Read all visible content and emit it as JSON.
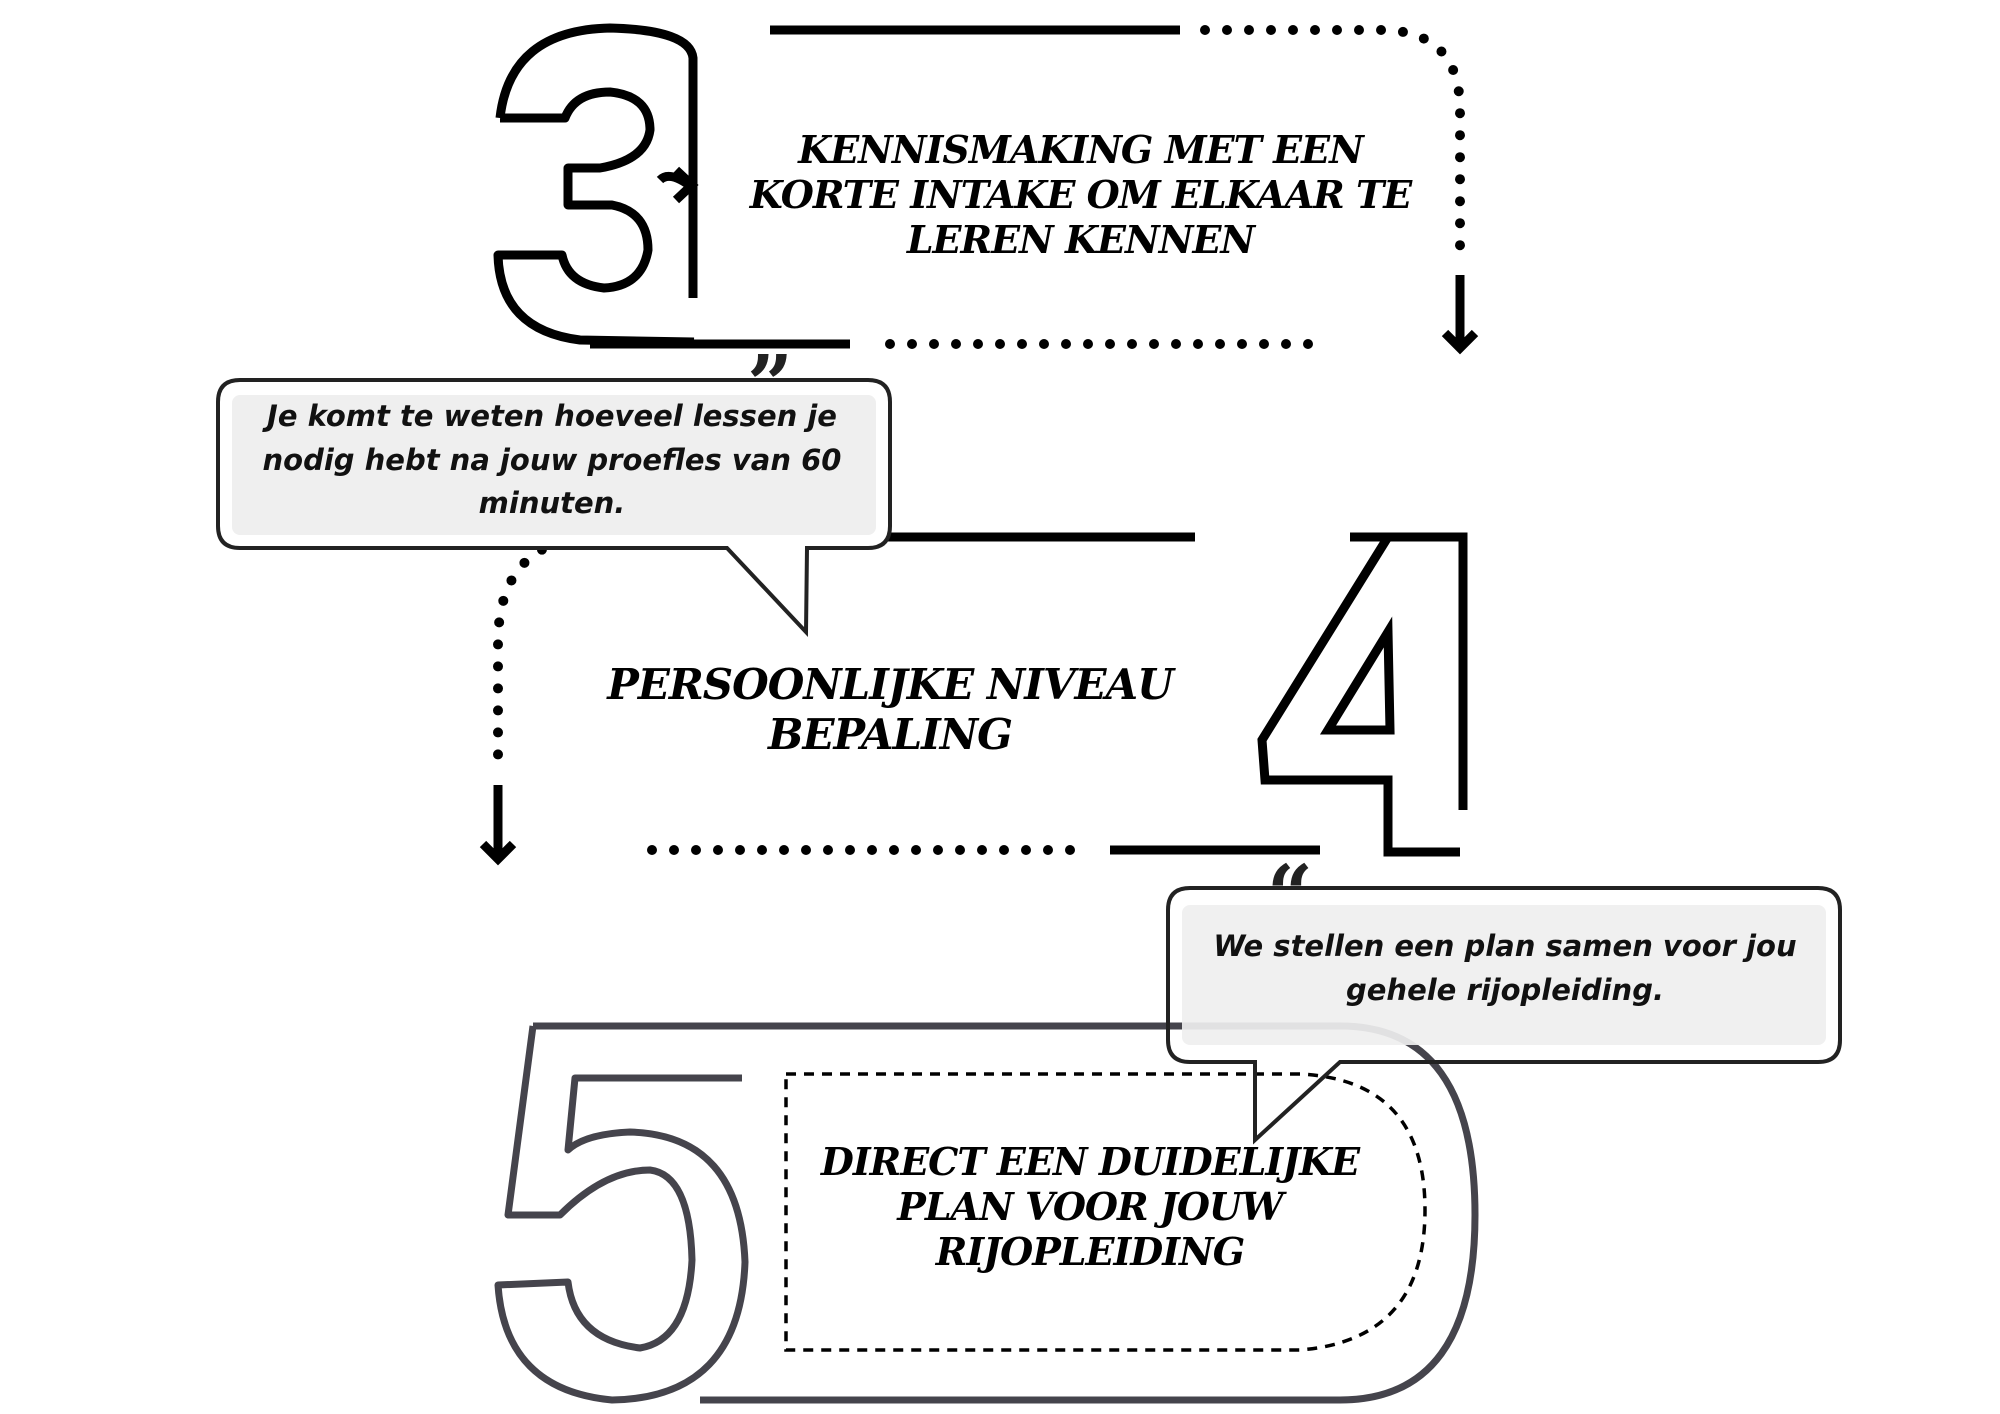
{
  "steps": [
    {
      "number": "3",
      "title": "KENNISMAKING MET EEN KORTE INTAKE OM ELKAAR TE LEREN KENNEN"
    },
    {
      "number": "4",
      "title": "PERSOONLIJKE NIVEAU BEPALING"
    },
    {
      "number": "5",
      "title": "DIRECT EEN DUIDELIJKE PLAN VOOR JOUW RIJOPLEIDING"
    }
  ],
  "bubbles": [
    {
      "quote_mark": "”",
      "text": "Je komt te weten hoeveel lessen je nodig hebt na jouw proefles van 60 minuten."
    },
    {
      "quote_mark": "“",
      "text": "We stellen een plan samen voor jou gehele rijopleiding."
    }
  ],
  "colors": {
    "line": "#000000",
    "step5_outline": "#45444c",
    "bubble_fill": "#efefef",
    "bubble_border": "#222222"
  }
}
